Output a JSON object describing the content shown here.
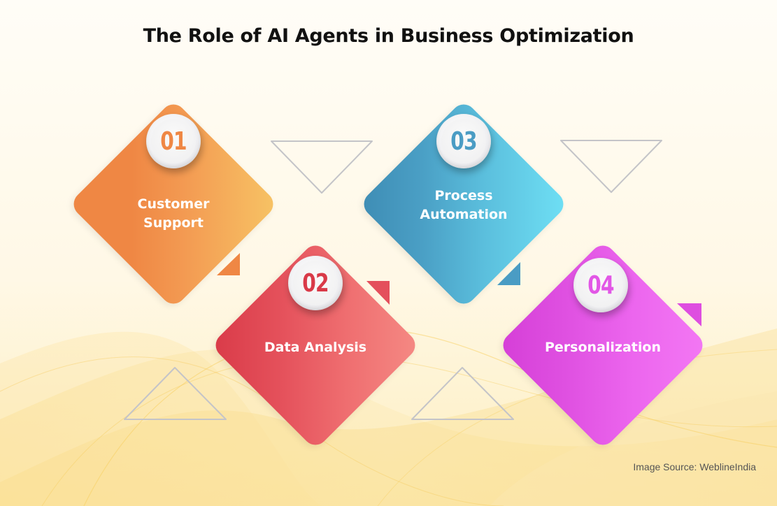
{
  "title": "The Role of AI Agents in Business Optimization",
  "steps": [
    {
      "number": "01",
      "label_line1": "Customer",
      "label_line2": "Support",
      "color_top": "#f7c062",
      "color_bottom": "#ef8744",
      "number_color": "#ef8744"
    },
    {
      "number": "02",
      "label_line1": "Data Analysis",
      "label_line2": "",
      "color_top": "#f27a78",
      "color_bottom": "#de3c4c",
      "number_color": "#d93a48"
    },
    {
      "number": "03",
      "label_line1": "Process",
      "label_line2": "Automation",
      "color_top": "#6ddcf2",
      "color_bottom": "#3e8fb6",
      "number_color": "#4a9cc4"
    },
    {
      "number": "04",
      "label_line1": "Personalization",
      "label_line2": "",
      "color_top": "#f06cf2",
      "color_bottom": "#d63fd8",
      "number_color": "#e257e6"
    }
  ],
  "source": "Image Source: WeblineIndia",
  "colors": {
    "background": "#fffdf6",
    "swoosh": "#fbe3a0",
    "outline_triangle": "#c4c4c8"
  }
}
